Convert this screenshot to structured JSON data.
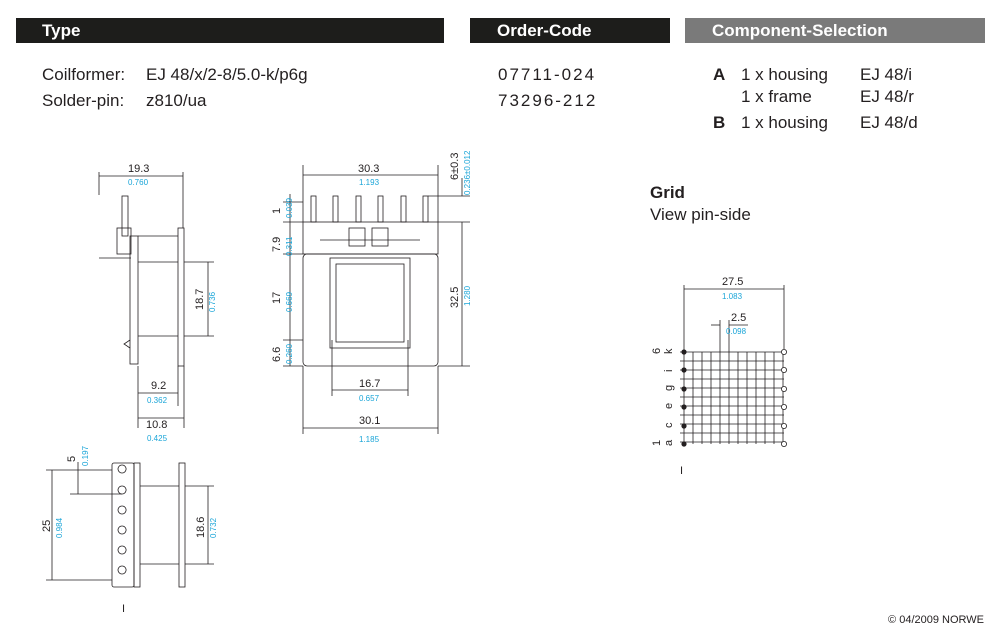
{
  "header": {
    "type_label": "Type",
    "order_label": "Order-Code",
    "component_label": "Component-Selection"
  },
  "type_section": {
    "coilformer_label": "Coilformer:",
    "coilformer_value": "EJ 48/x/2-8/5.0-k/p6g",
    "solderpin_label": "Solder-pin:",
    "solderpin_value": "z810/ua"
  },
  "order_codes": [
    "07711-024",
    "73296-212"
  ],
  "components": [
    {
      "letter": "A",
      "items": [
        {
          "qty": "1 x housing",
          "code": "EJ 48/i"
        },
        {
          "qty": "1 x frame",
          "code": "EJ 48/r"
        }
      ]
    },
    {
      "letter": "B",
      "items": [
        {
          "qty": "1 x housing",
          "code": "EJ 48/d"
        }
      ]
    }
  ],
  "grid": {
    "title": "Grid",
    "subtitle": "View pin-side",
    "width_mm": "27.5",
    "width_in": "1.083",
    "pitch_mm": "2.5",
    "pitch_in": "0.098",
    "row_labels": [
      "6",
      "k",
      "i",
      "g",
      "e",
      "c",
      "a",
      "1"
    ],
    "pin_marker": "I"
  },
  "side_view": {
    "width_mm": "19.3",
    "width_in": "0.760",
    "height_mm": "18.7",
    "height_in": "0.736",
    "inner_mm": "9.2",
    "inner_in": "0.362",
    "outer_mm": "10.8",
    "outer_in": "0.425"
  },
  "front_view": {
    "top_mm": "30.3",
    "top_in": "1.193",
    "pin_mm": "6±0.3",
    "pin_in": "0.236±0.012",
    "d1_mm": "1",
    "d1_in": "0.039",
    "d2_mm": "7.9",
    "d2_in": "0.311",
    "d3_mm": "17",
    "d3_in": "0.669",
    "d4_mm": "6.6",
    "d4_in": "0.260",
    "right_mm": "32.5",
    "right_in": "1.280",
    "win_mm": "16.7",
    "win_in": "0.657",
    "bottom_mm": "30.1",
    "bottom_in": "1.185"
  },
  "bottom_view": {
    "d5_mm": "5",
    "d5_in": "0.197",
    "d25_mm": "25",
    "d25_in": "0.984",
    "d186_mm": "18.6",
    "d186_in": "0.732",
    "pin_marker": "I"
  },
  "copyright": "© 04/2009 NORWE"
}
